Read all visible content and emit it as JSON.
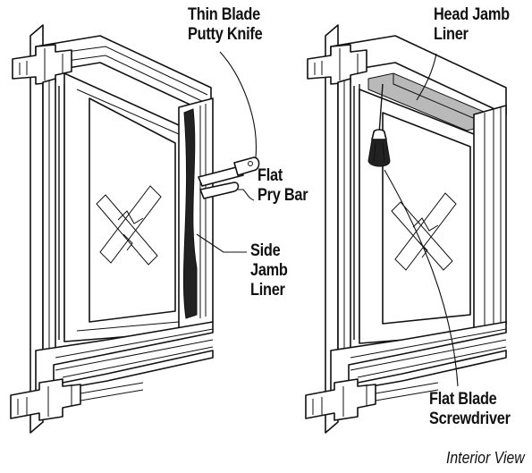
{
  "labels": {
    "putty_knife": [
      "Thin Blade",
      "Putty Knife"
    ],
    "pry_bar": [
      "Flat",
      "Pry Bar"
    ],
    "side_jamb": [
      "Side",
      "Jamb",
      "Liner"
    ],
    "head_jamb": [
      "Head Jamb",
      "Liner"
    ],
    "screwdriver": [
      "Flat Blade",
      "Screwdriver"
    ]
  },
  "caption": "Interior View"
}
